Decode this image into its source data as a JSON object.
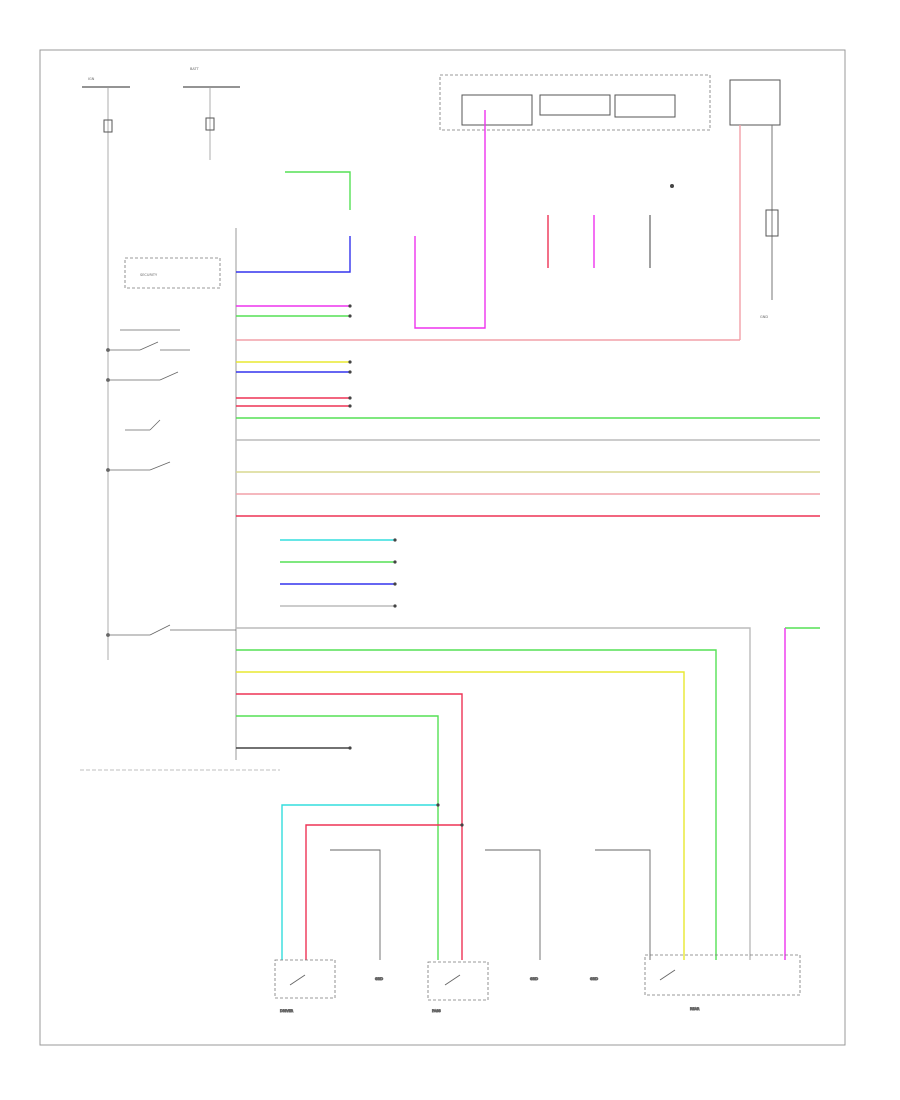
{
  "diagram": {
    "footer_code": "",
    "colors": {
      "green": "#55e055",
      "blue": "#3333ee",
      "magenta": "#ee33ee",
      "red": "#ee3355",
      "pink": "#f2a0a8",
      "yellow": "#e8e830",
      "light_gray": "#bbbbbb",
      "cyan": "#33dddd",
      "olive": "#d8d890",
      "black": "#444444"
    },
    "components": [
      {
        "id": "fuse-box-left",
        "label": ""
      },
      {
        "id": "fuse-box-right",
        "label": ""
      },
      {
        "id": "control-unit",
        "label": ""
      },
      {
        "id": "key-sw",
        "label": ""
      },
      {
        "id": "security-unit",
        "label": ""
      },
      {
        "id": "door-lock-relay",
        "label": ""
      },
      {
        "id": "driver-door-sw",
        "label": ""
      },
      {
        "id": "pass-door-sw",
        "label": ""
      },
      {
        "id": "rear-door-sw",
        "label": ""
      },
      {
        "id": "lamp-unit",
        "label": ""
      }
    ]
  }
}
